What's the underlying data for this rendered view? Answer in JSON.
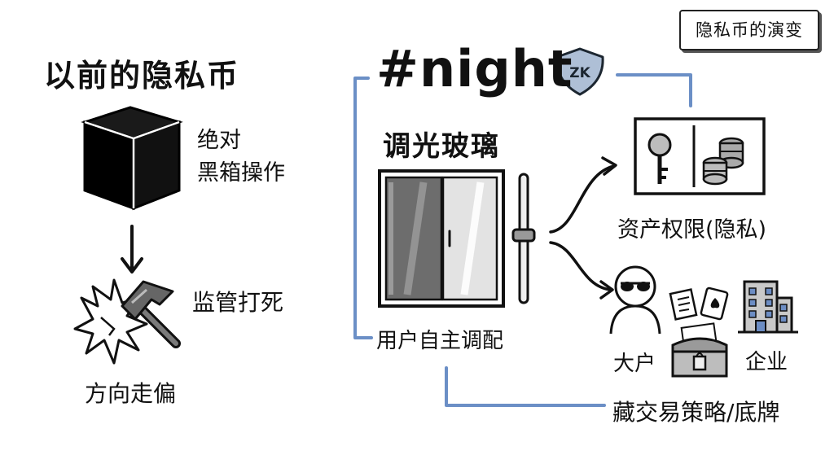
{
  "corner_tag": "隐私币的演变",
  "left_panel": {
    "title": "以前的隐私币",
    "blackbox_line1": "绝对",
    "blackbox_line2": "黑箱操作",
    "regulation": "监管打死",
    "outcome": "方向走偏",
    "icons": [
      "black-cube-icon",
      "down-arrow-icon",
      "hammer-icon",
      "crack-icon"
    ]
  },
  "right_panel": {
    "brand": "#night",
    "shield_label": "ZK",
    "glass_title": "调光玻璃",
    "user_control": "用户自主调配",
    "asset_label": "资产权限(隐私)",
    "whale_label": "大户",
    "enterprise_label": "企业",
    "hidden_label": "藏交易策略/底牌",
    "icons": [
      "shield-icon",
      "smart-window-icon",
      "slider-icon",
      "key-icon",
      "coin-stack-icon",
      "sunglasses-person-icon",
      "document-icon",
      "playing-card-icon",
      "treasure-chest-icon",
      "office-building-icon"
    ]
  },
  "colors": {
    "ink": "#111111",
    "bracket_blue": "#6b8fc6",
    "shield_fill": "#aebfd6",
    "glass_dark": "#6d6d6d",
    "glass_light": "#e3e3e3"
  }
}
